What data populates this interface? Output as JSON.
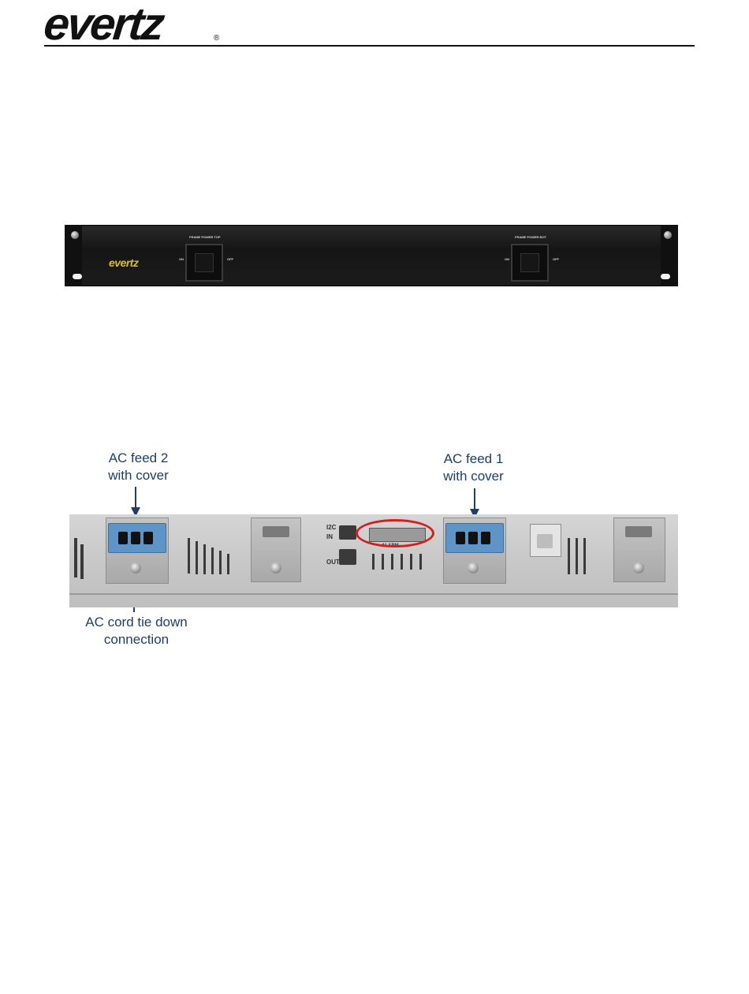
{
  "header": {
    "brand": "evertz",
    "registered_mark": "®"
  },
  "front_panel": {
    "logo": "evertz",
    "switch_top_label": "FRAME POWER TOP",
    "switch_bot_label": "FRAME POWER BOT",
    "on_label": "ON",
    "off_label": "OFF"
  },
  "rear_panel": {
    "callouts": {
      "ac_feed_2": [
        "AC feed 2",
        "with cover"
      ],
      "ac_feed_1": [
        "AC feed 1",
        "with cover"
      ],
      "tie_down": [
        "AC cord tie down",
        "connection"
      ]
    },
    "port_i2c": "I2C",
    "port_in": "IN",
    "port_out": "OUT",
    "alarm_label": "ALARM",
    "highlight_color": "#d41e1e"
  }
}
